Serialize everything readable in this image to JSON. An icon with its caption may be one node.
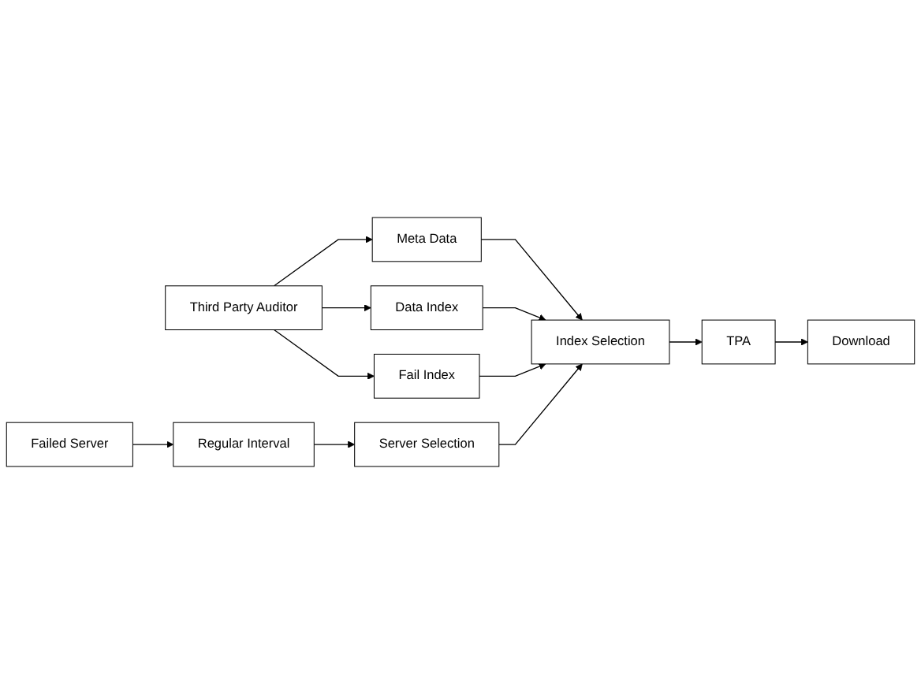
{
  "diagram": {
    "nodes": [
      {
        "text": [
          "Meta Data"
        ]
      },
      {
        "text": [
          "Third Party Auditor"
        ]
      },
      {
        "text": [
          "Data Index"
        ]
      },
      {
        "text": [
          "Index Selection"
        ]
      },
      {
        "text": [
          "TPA"
        ]
      },
      {
        "text": [
          "Fail Index"
        ]
      },
      {
        "text": [
          "Download"
        ]
      },
      {
        "text": [
          "Failed Server"
        ]
      },
      {
        "text": [
          "Regular Interval"
        ]
      },
      {
        "text": [
          "Server Selection"
        ]
      }
    ],
    "edges": [
      {
        "from": 1,
        "to": 0,
        "arrow": "to"
      },
      {
        "from": 1,
        "to": 2,
        "arrow": "to"
      },
      {
        "from": 1,
        "to": 5,
        "arrow": "to"
      },
      {
        "from": 0,
        "to": 3,
        "arrow": "to"
      },
      {
        "from": 2,
        "to": 3,
        "arrow": "to"
      },
      {
        "from": 5,
        "to": 3,
        "arrow": "to"
      },
      {
        "from": 3,
        "to": 4,
        "arrow": "to"
      },
      {
        "from": 4,
        "to": 6,
        "arrow": "to"
      },
      {
        "from": 7,
        "to": 8,
        "arrow": "to"
      },
      {
        "from": 8,
        "to": 9,
        "arrow": "to"
      },
      {
        "from": 9,
        "to": 3,
        "arrow": "to"
      }
    ]
  }
}
